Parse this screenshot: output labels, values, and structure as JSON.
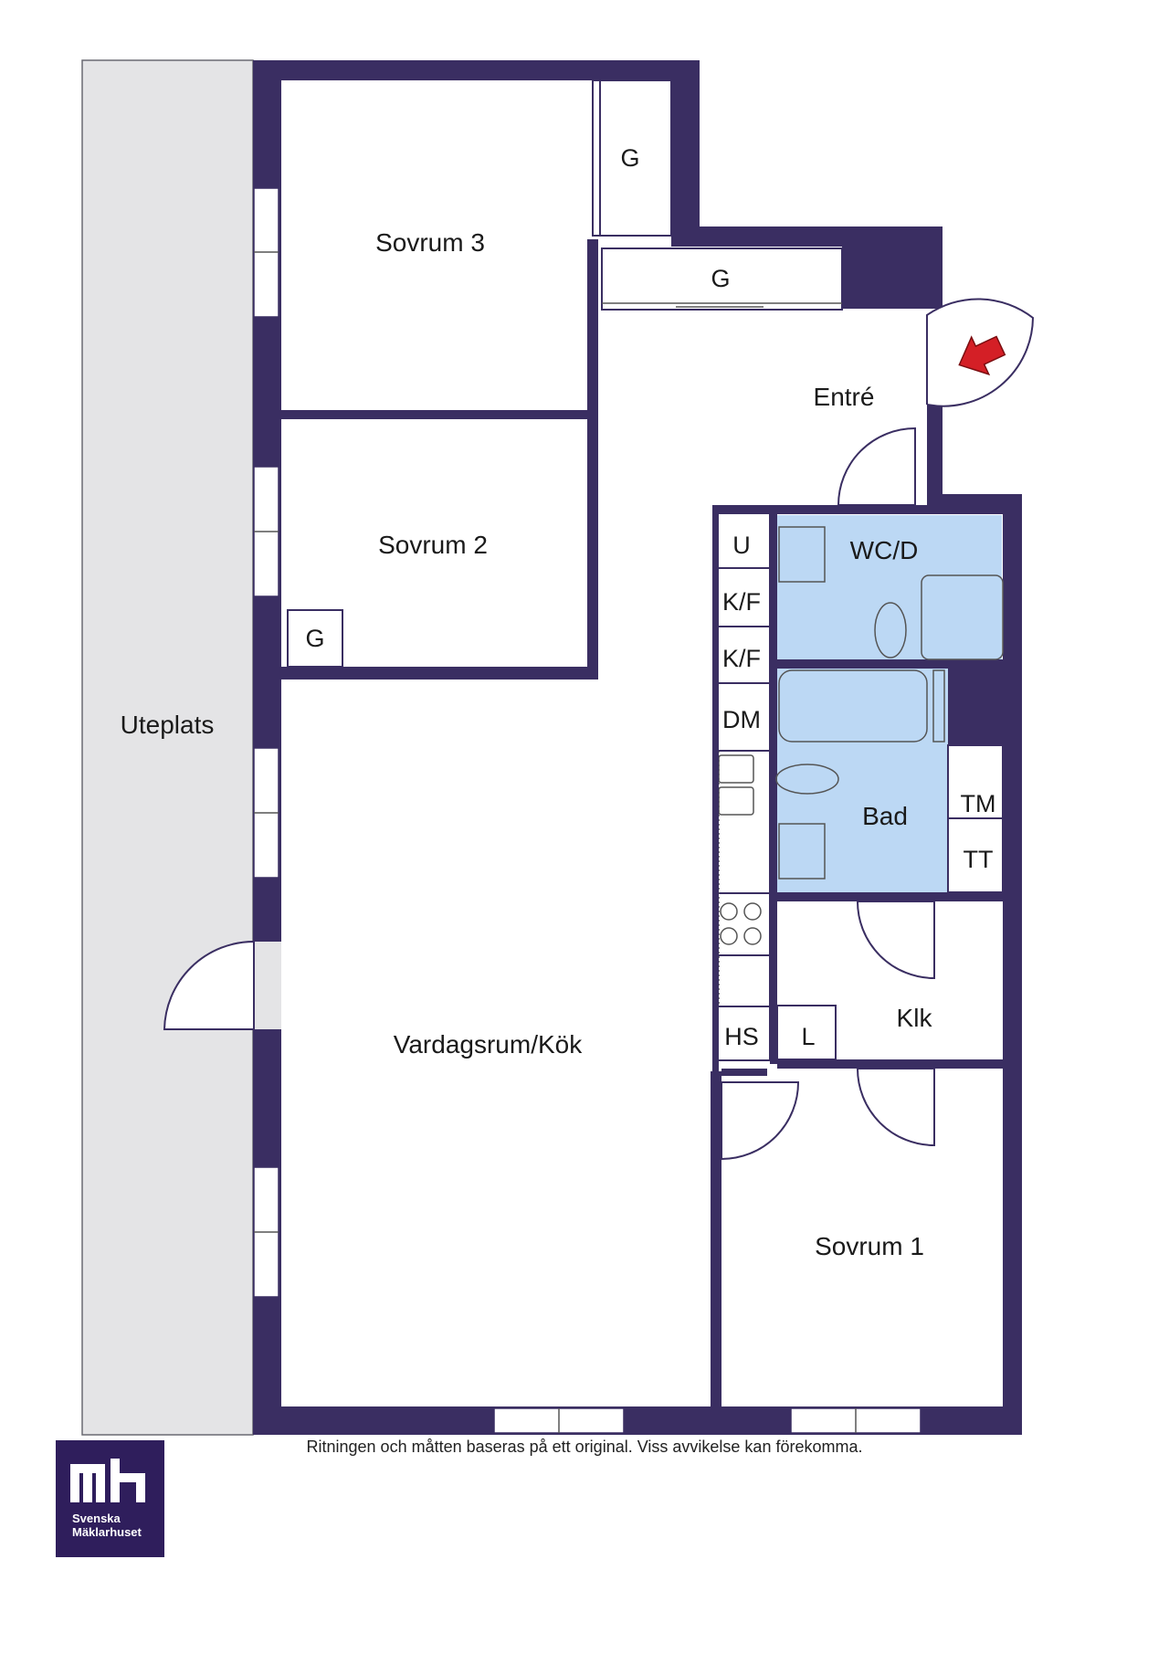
{
  "rooms": {
    "uteplats": "Uteplats",
    "sovrum3": "Sovrum 3",
    "sovrum2": "Sovrum 2",
    "sovrum1": "Sovrum 1",
    "entre": "Entré",
    "wc": "WC/D",
    "bad": "Bad",
    "klk": "Klk",
    "vardagsrum": "Vardagsrum/Kök"
  },
  "fixtures": {
    "g_sovrum3": "G",
    "g_entre": "G",
    "g_sovrum2": "G",
    "u": "U",
    "kf1": "K/F",
    "kf2": "K/F",
    "dm": "DM",
    "hs": "HS",
    "l": "L",
    "tm": "TM",
    "tt": "TT"
  },
  "colors": {
    "wall": "#3a2e62",
    "terrace": "#e4e4e6",
    "wet_room": "#bcd8f4",
    "entrance_arrow": "#d41f26",
    "logo_bg": "#2f1e5c"
  },
  "footer": {
    "disclaimer": "Ritningen och måtten baseras på ett original. Viss avvikelse kan förekomma."
  },
  "logo": {
    "monogram": "mh",
    "line1": "Svenska",
    "line2": "Mäklarhuset"
  }
}
